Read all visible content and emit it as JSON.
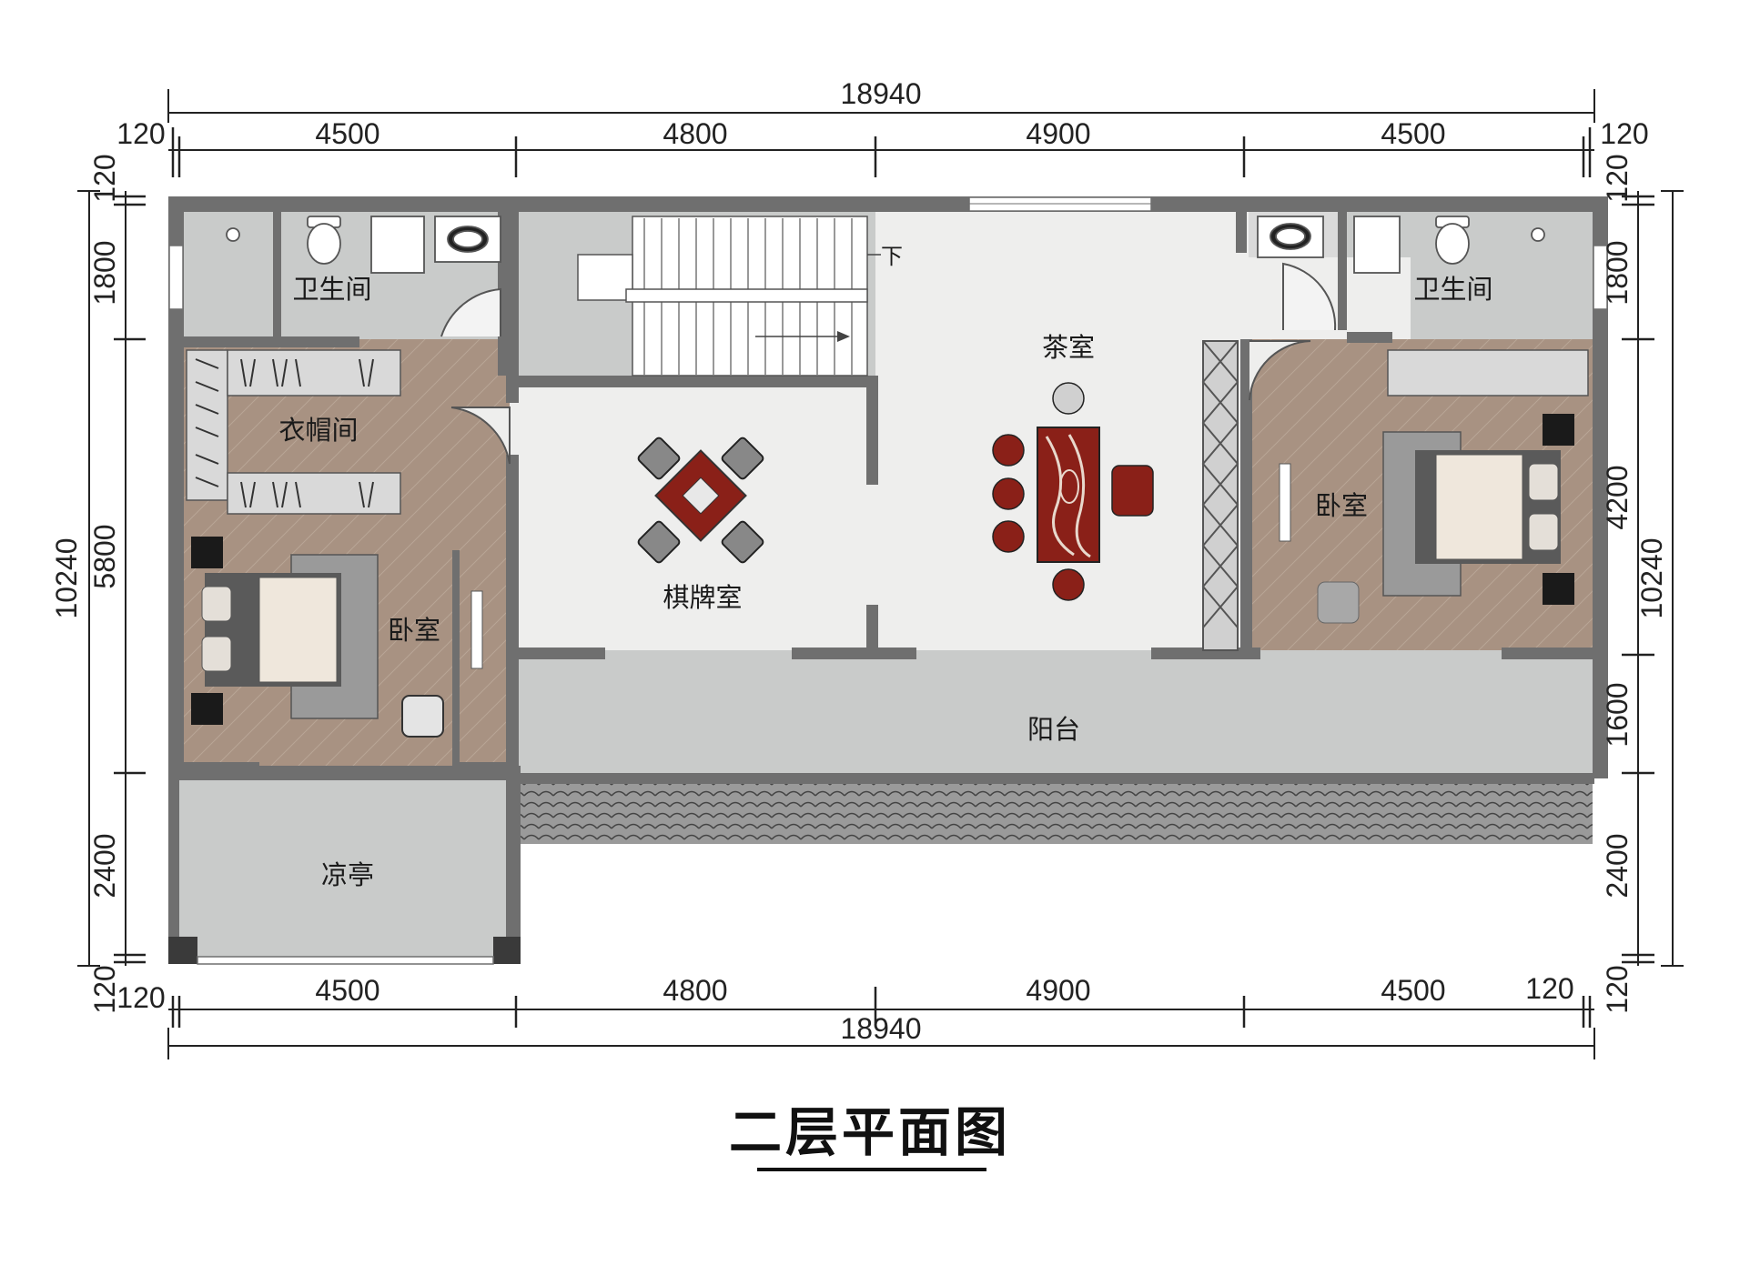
{
  "title": "二层平面图",
  "dimensions": {
    "top_total": "18940",
    "bottom_total": "18940",
    "top_segments": [
      "120",
      "4500",
      "4800",
      "4900",
      "4500",
      "120"
    ],
    "bottom_segments": [
      "120",
      "4500",
      "4800",
      "4900",
      "4500",
      "120"
    ],
    "left_total": "10240",
    "right_total": "10240",
    "left_segments": [
      "120",
      "1800",
      "5800",
      "2400",
      "120"
    ],
    "right_segments": [
      "120",
      "1800",
      "4200",
      "1600",
      "2400",
      "120"
    ]
  },
  "rooms": {
    "bath_left": "卫生间",
    "bath_right": "卫生间",
    "closet": "衣帽间",
    "bedroom_left": "卧室",
    "bedroom_right": "卧室",
    "chess_room": "棋牌室",
    "tea_room": "茶室",
    "balcony": "阳台",
    "pavilion": "凉亭",
    "stair_down": "下"
  },
  "colors": {
    "wall": "#6f6f6f",
    "stone_floor": "#c9cbca",
    "terrazzo_floor": "#eeeeed",
    "wood_floor": "#a89282",
    "roof_tile": "#8a8a8a",
    "furniture_red": "#8a2018"
  }
}
